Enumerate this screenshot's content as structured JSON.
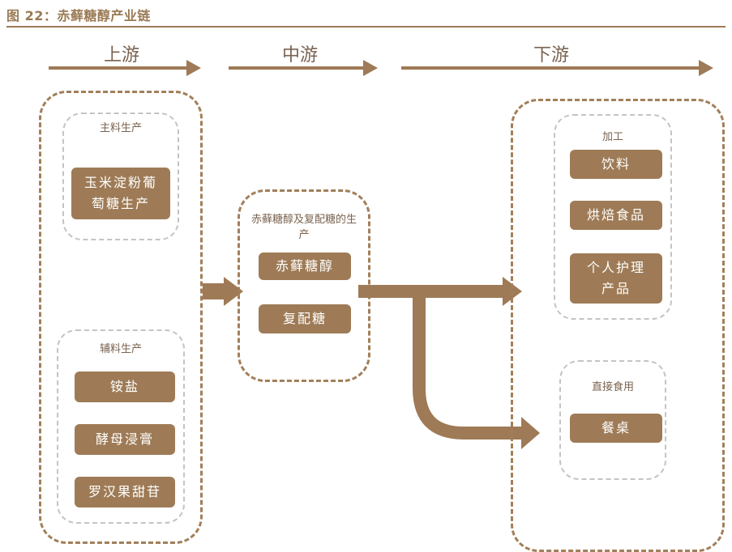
{
  "title": "图 22：赤藓糖醇产业链",
  "stages": {
    "upstream": "上游",
    "midstream": "中游",
    "downstream": "下游"
  },
  "upstream": {
    "main_label": "主料生产",
    "main_item": "玉米淀粉葡萄糖生产",
    "aux_label": "辅料生产",
    "aux_items": [
      "铵盐",
      "酵母浸膏",
      "罗汉果甜苷"
    ]
  },
  "midstream": {
    "label": "赤藓糖醇及复配糖的生产",
    "items": [
      "赤藓糖醇",
      "复配糖"
    ]
  },
  "downstream": {
    "processing_label": "加工",
    "processing_items": [
      "饮料",
      "烘焙食品",
      "个人护理产品"
    ],
    "direct_label": "直接食用",
    "direct_items": [
      "餐桌"
    ]
  },
  "colors": {
    "accent": "#9e7b56",
    "title": "#9a7a55",
    "grey_dash": "#c4c4c4"
  }
}
